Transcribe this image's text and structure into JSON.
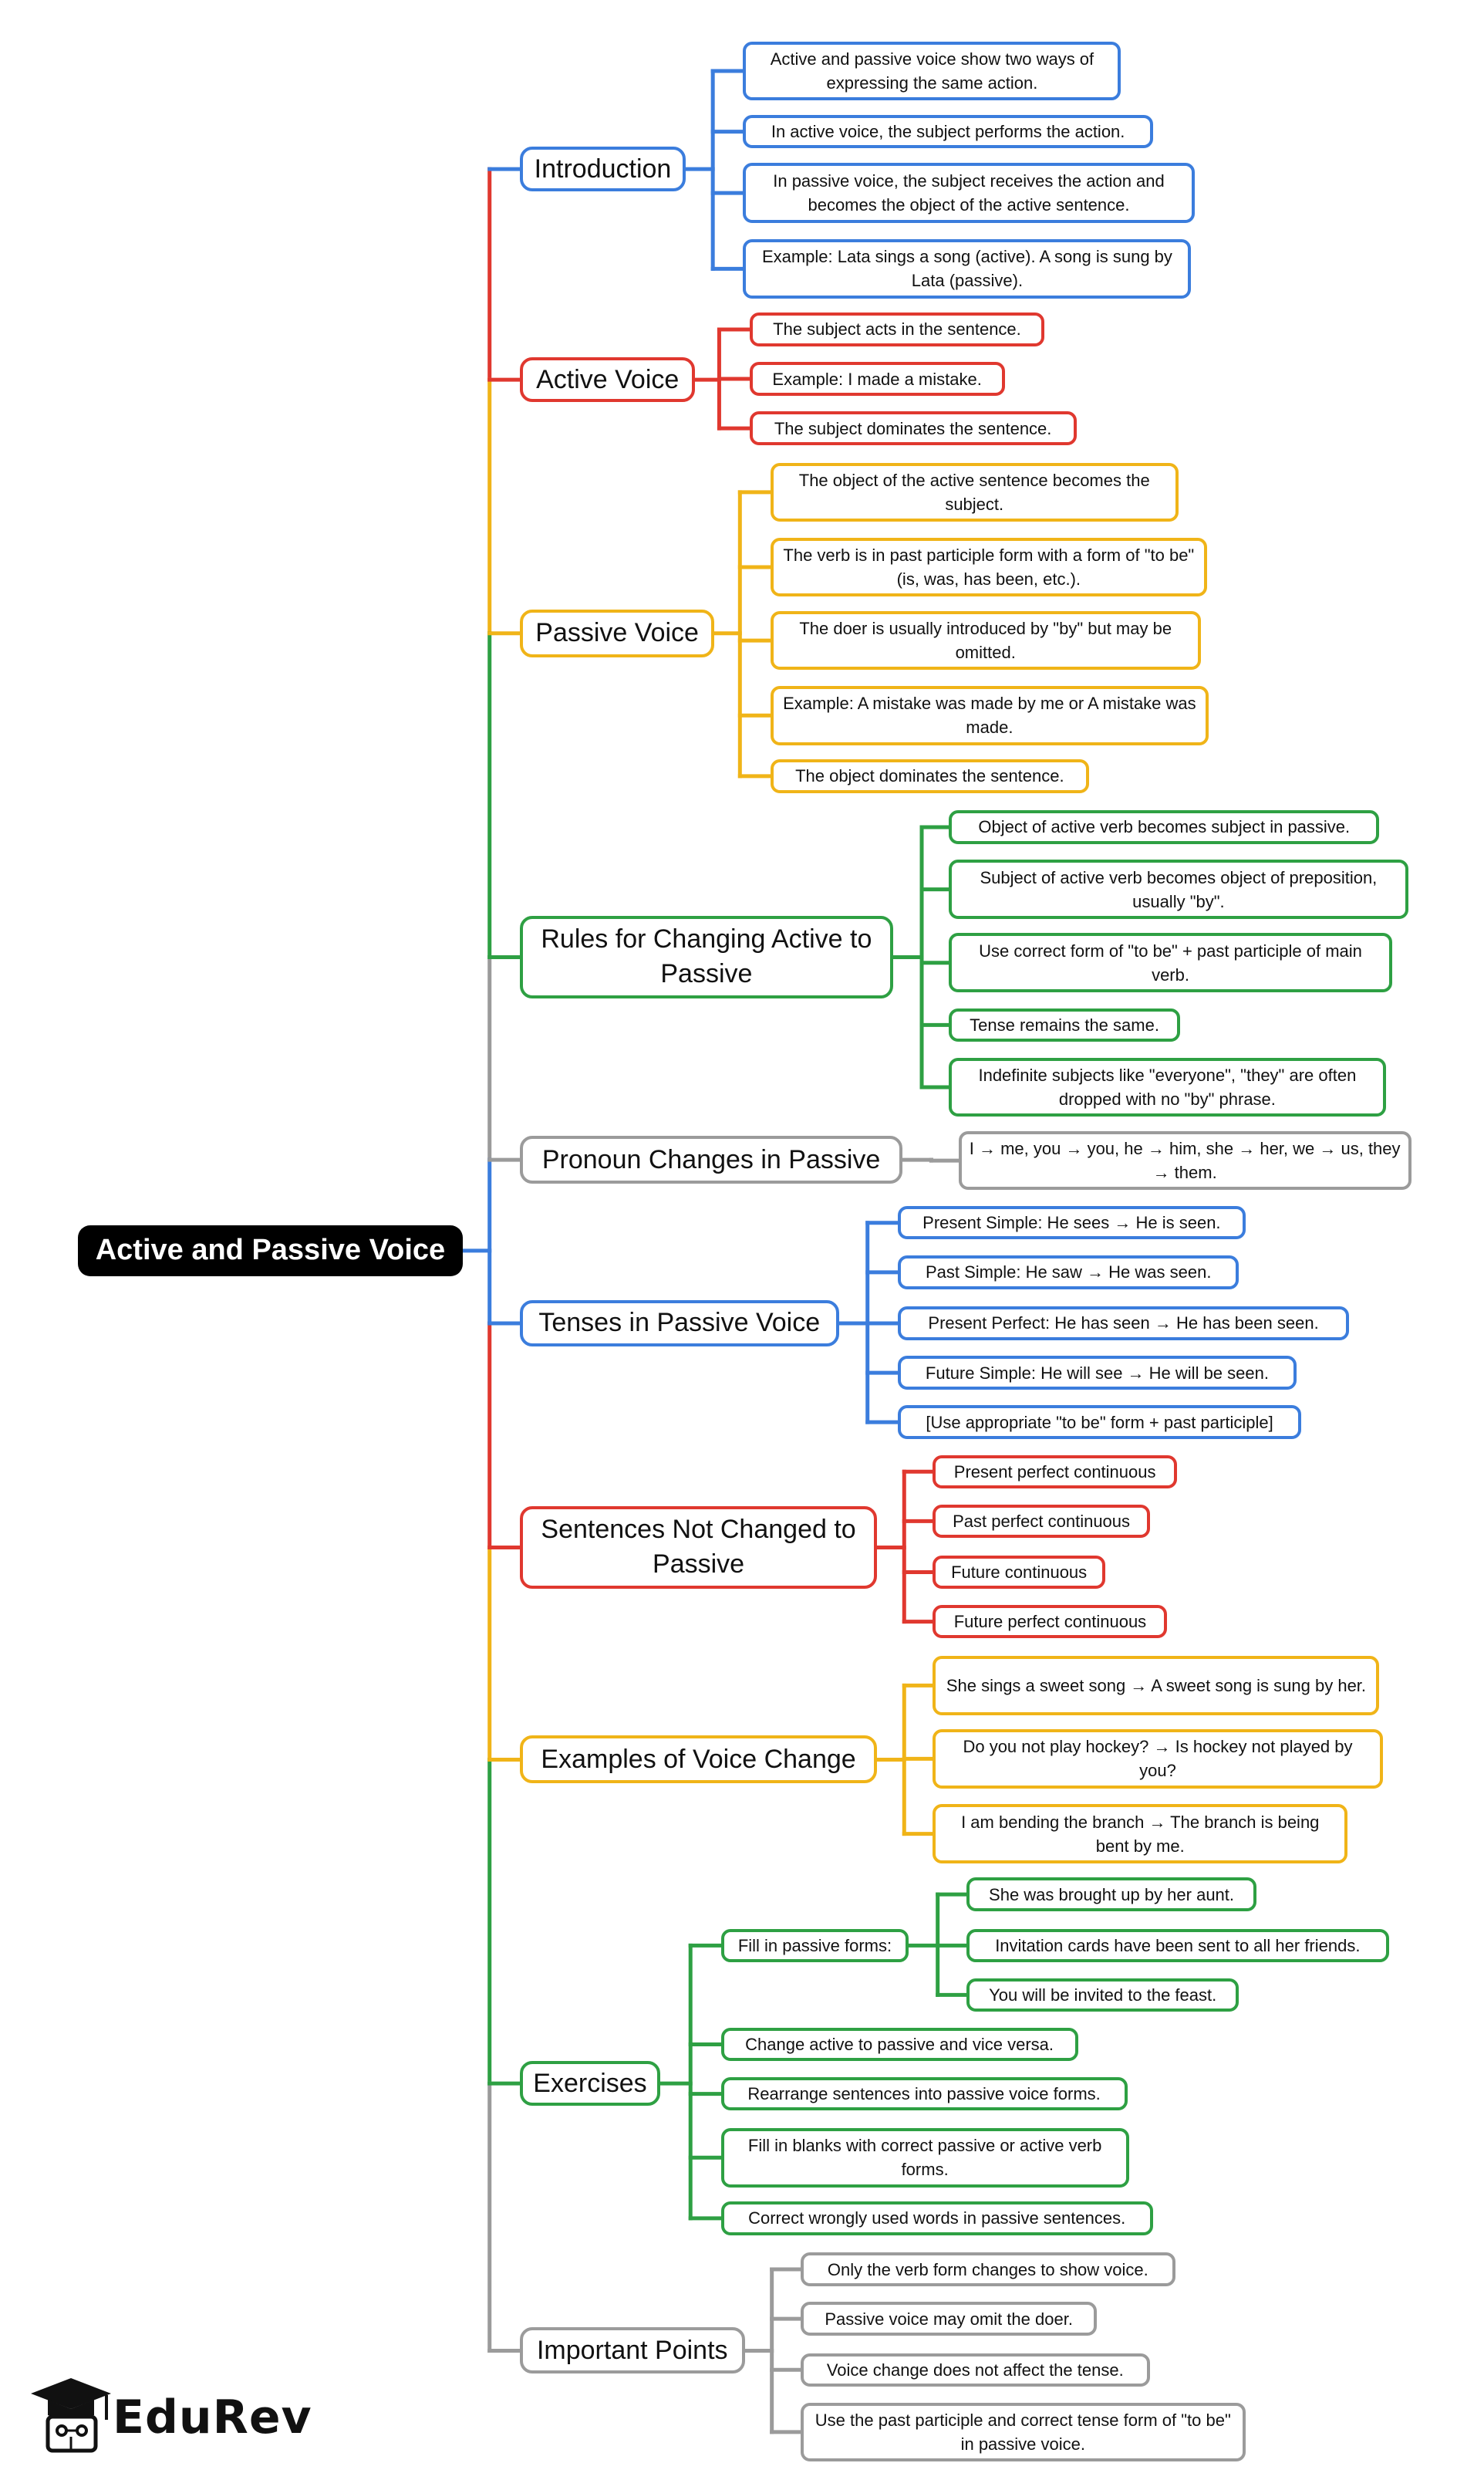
{
  "colors": {
    "blue": "#3b7ddd",
    "red": "#e0382f",
    "yellow": "#f0b418",
    "green": "#2ea043",
    "gray": "#9b9b9b",
    "root_bg": "#000000"
  },
  "root": {
    "label": "Active and Passive Voice"
  },
  "branches": [
    {
      "label": "Introduction",
      "color": "blue",
      "children": [
        {
          "label": "Active and passive voice show two ways of expressing the same action."
        },
        {
          "label": "In active voice, the subject performs the action."
        },
        {
          "label": "In passive voice, the subject receives the action and becomes the object of the active sentence."
        },
        {
          "label": "Example: Lata sings a song (active). A song is sung by Lata (passive)."
        }
      ]
    },
    {
      "label": "Active Voice",
      "color": "red",
      "children": [
        {
          "label": "The subject acts in the sentence."
        },
        {
          "label": "Example: I made a mistake."
        },
        {
          "label": "The subject dominates the sentence."
        }
      ]
    },
    {
      "label": "Passive Voice",
      "color": "yellow",
      "children": [
        {
          "label": "The object of the active sentence becomes the subject."
        },
        {
          "label": "The verb is in past participle form with a form of \"to be\" (is, was, has been, etc.)."
        },
        {
          "label": "The doer is usually introduced by \"by\" but may be omitted."
        },
        {
          "label": "Example: A mistake was made by me or A mistake was made."
        },
        {
          "label": "The object dominates the sentence."
        }
      ]
    },
    {
      "label": "Rules for Changing Active to Passive",
      "color": "green",
      "children": [
        {
          "label": "Object of active verb becomes subject in passive."
        },
        {
          "label": "Subject of active verb becomes object of preposition, usually \"by\"."
        },
        {
          "label": "Use correct form of \"to be\" + past participle of main verb."
        },
        {
          "label": "Tense remains the same."
        },
        {
          "label": "Indefinite subjects like \"everyone\", \"they\" are often dropped with no \"by\" phrase."
        }
      ]
    },
    {
      "label": "Pronoun Changes in Passive",
      "color": "gray",
      "children": [
        {
          "label": "I → me, you → you, he → him, she → her, we → us, they → them."
        }
      ]
    },
    {
      "label": "Tenses in Passive Voice",
      "color": "blue",
      "children": [
        {
          "label": "Present Simple: He sees → He is seen."
        },
        {
          "label": "Past Simple: He saw → He was seen."
        },
        {
          "label": "Present Perfect: He has seen → He has been seen."
        },
        {
          "label": "Future Simple: He will see → He will be seen."
        },
        {
          "label": "[Use appropriate \"to be\" form + past participle]"
        }
      ]
    },
    {
      "label": "Sentences Not Changed to Passive",
      "color": "red",
      "children": [
        {
          "label": "Present perfect continuous"
        },
        {
          "label": "Past perfect continuous"
        },
        {
          "label": "Future continuous"
        },
        {
          "label": "Future perfect continuous"
        }
      ]
    },
    {
      "label": "Examples of Voice Change",
      "color": "yellow",
      "children": [
        {
          "label": "She sings a sweet song → A sweet song is sung by her."
        },
        {
          "label": "Do you not play hockey? → Is hockey not played by you?"
        },
        {
          "label": "I am bending the branch → The branch is being bent by me."
        }
      ]
    },
    {
      "label": "Exercises",
      "color": "green",
      "children": [
        {
          "label": "Fill in passive forms:",
          "children": [
            {
              "label": "She was brought up by her aunt."
            },
            {
              "label": "Invitation cards have been sent to all her friends."
            },
            {
              "label": "You will be invited to the feast."
            }
          ]
        },
        {
          "label": "Change active to passive and vice versa."
        },
        {
          "label": "Rearrange sentences into passive voice forms."
        },
        {
          "label": "Fill in blanks with correct passive or active verb forms."
        },
        {
          "label": "Correct wrongly used words in passive sentences."
        }
      ]
    },
    {
      "label": "Important Points",
      "color": "gray",
      "children": [
        {
          "label": "Only the verb form changes to show voice."
        },
        {
          "label": "Passive voice may omit the doer."
        },
        {
          "label": "Voice change does not affect the tense."
        },
        {
          "label": "Use the past participle and correct tense form of \"to be\" in passive voice."
        }
      ]
    }
  ],
  "logo": {
    "text": "EduRev",
    "icon": "graduation-cap-book-icon"
  }
}
